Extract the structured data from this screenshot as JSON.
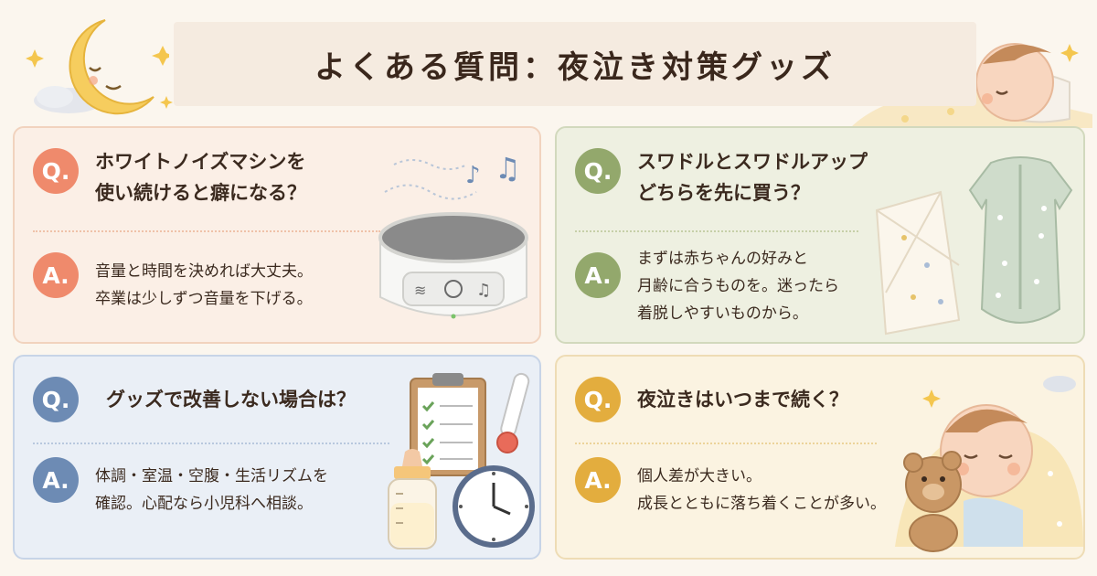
{
  "header": {
    "title": "よくある質問：夜泣き対策グッズ"
  },
  "colors": {
    "peach": "#ef8a6c",
    "sage": "#93a86c",
    "blue": "#6d8bb4",
    "gold": "#e3ad3e",
    "title_bg": "#f5ebe0"
  },
  "faq": [
    {
      "q_badge": "Q.",
      "q_lines": [
        "ホワイトノイズマシンを",
        "使い続けると癖になる？"
      ],
      "a_badge": "A.",
      "a_lines": [
        "音量と時間を決めれば大丈夫。",
        "卒業は少しずつ音量を下げる。"
      ],
      "illustration": "white-noise-machine"
    },
    {
      "q_badge": "Q.",
      "q_lines": [
        "スワドルとスワドルアップ",
        "どちらを先に買う？"
      ],
      "a_badge": "A.",
      "a_lines": [
        "まずは赤ちゃんの好みと",
        "月齢に合うものを。迷ったら",
        "着脱しやすいものから。"
      ],
      "illustration": "swaddle-and-sleep-sack"
    },
    {
      "q_badge": "Q.",
      "q_lines": [
        "グッズで改善しない場合は？"
      ],
      "a_badge": "A.",
      "a_lines": [
        "体調・室温・空腹・生活リズムを",
        "確認。心配なら小児科へ相談。"
      ],
      "illustration": "checklist-bottle-clock-thermometer"
    },
    {
      "q_badge": "Q.",
      "q_lines": [
        "夜泣きはいつまで続く？"
      ],
      "a_badge": "A.",
      "a_lines": [
        "個人差が大きい。",
        "成長とともに落ち着くことが多い。"
      ],
      "illustration": "sleeping-baby-with-teddy"
    }
  ]
}
